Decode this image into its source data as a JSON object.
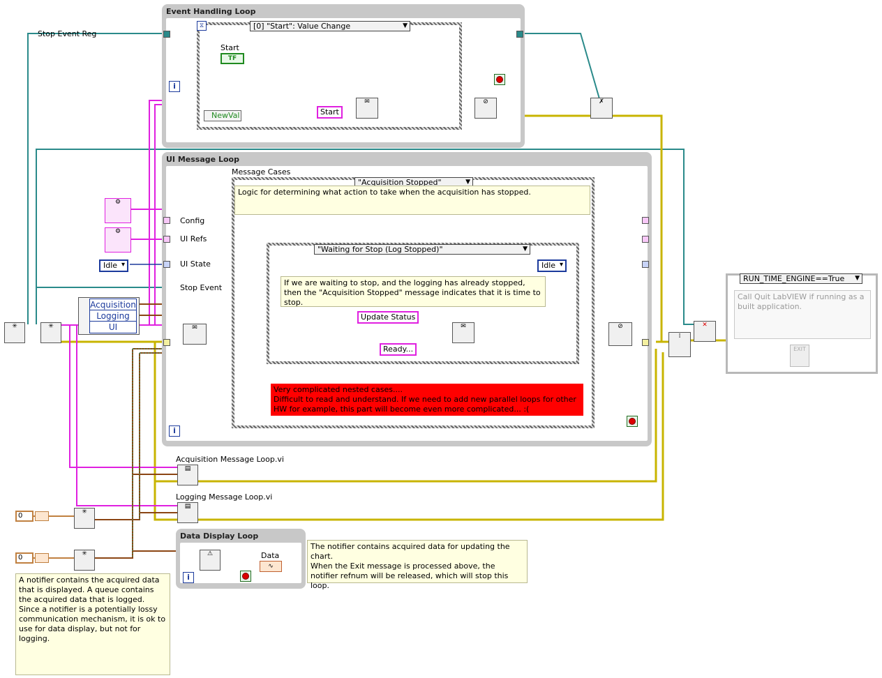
{
  "loops": {
    "event_handling": {
      "title": "Event Handling Loop",
      "case_selector": "[0] \"Start\": Value Change"
    },
    "ui_message": {
      "title": "UI Message Loop"
    },
    "data_display": {
      "title": "Data Display Loop"
    }
  },
  "labels": {
    "stop_event_reg": "Stop Event Reg",
    "start_control": "Start",
    "start_bool": "TF",
    "newval": "NewVal",
    "config": "Config",
    "ui_refs": "UI Refs",
    "ui_state": "UI State",
    "stop_event": "Stop Event",
    "message_cases": "Message Cases",
    "acq_loop_vi": "Acquisition Message Loop.vi",
    "log_loop_vi": "Logging Message Loop.vi",
    "data": "Data",
    "iter": "i",
    "exit_icon": "EXIT"
  },
  "constants": {
    "start_msg": "Start",
    "update_status": "Update Status",
    "ready": "Ready...",
    "idle": "Idle",
    "num_zero": "0"
  },
  "bundle": [
    "Acquisition",
    "Logging",
    "UI"
  ],
  "cases": {
    "outer": "\"Acquisition Stopped\"",
    "inner": "\"Waiting for Stop (Log Stopped)\"",
    "run_time": "RUN_TIME_ENGINE==True"
  },
  "notes": {
    "acq_stopped": "Logic for determining what action to take when the acquisition has stopped.",
    "waiting_stop": "If we are waiting to stop, and the logging has already stopped, then the \"Acquisition Stopped\" message indicates that it is time to stop.",
    "complicated": "Very complicated nested cases....\nDifficult to read and understand. If we need to add new parallel loops for other HW for example, this part will become even more complicated... :(",
    "quit": "Call Quit LabVIEW if running as a built application.",
    "notifier_chart": "The notifier contains acquired data for updating the chart.\nWhen the Exit message is processed above, the notifier refnum will be released, which will stop this loop.",
    "notifier_queue": "A notifier contains the acquired data that is displayed.  A queue contains the acquired data that is logged.  Since a notifier is a potentially lossy communication mechanism, it is ok to use for data display, but not for logging."
  },
  "colors": {
    "error_wire": "#c8b400",
    "string_wire": "#e020e0",
    "enum_wire": "#1b3a9c",
    "refnum_wire": "#2a8a8a",
    "cluster_wire": "#8b4513",
    "loop_frame": "#c8c8c8",
    "red_note": "#ff0000"
  }
}
